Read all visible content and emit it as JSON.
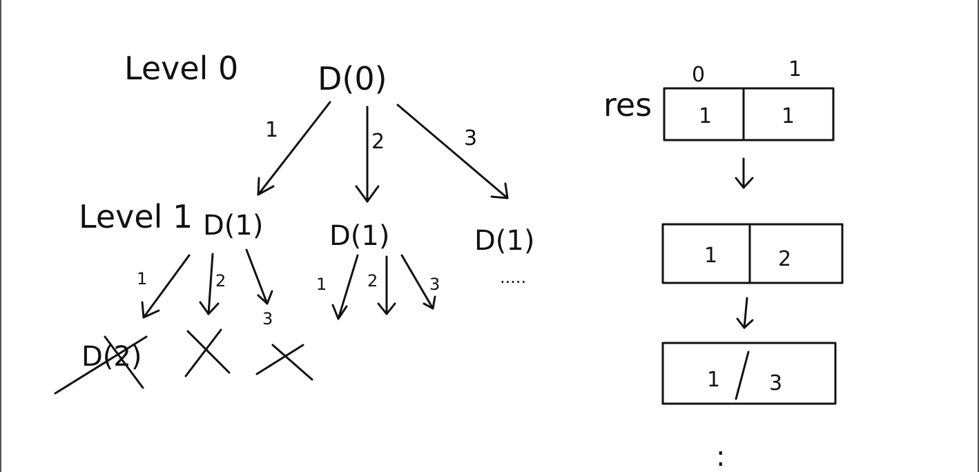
{
  "tree": {
    "level0_label": "Level 0",
    "level1_label": "Level 1",
    "root": "D(0)",
    "root_edges": [
      "1",
      "2",
      "3"
    ],
    "children": [
      "D(1)",
      "D(1)",
      "D(1)"
    ],
    "child_a_edges": [
      "1",
      "2",
      "3"
    ],
    "child_b_edges": [
      "1",
      "2",
      "3"
    ],
    "child_c_more": ".....",
    "pruned": "D(2)"
  },
  "res": {
    "label": "res",
    "indices": [
      "0",
      "1"
    ],
    "steps": [
      [
        "1",
        "1"
      ],
      [
        "1",
        "2"
      ],
      [
        "1",
        "3"
      ]
    ],
    "continuation": ":"
  }
}
